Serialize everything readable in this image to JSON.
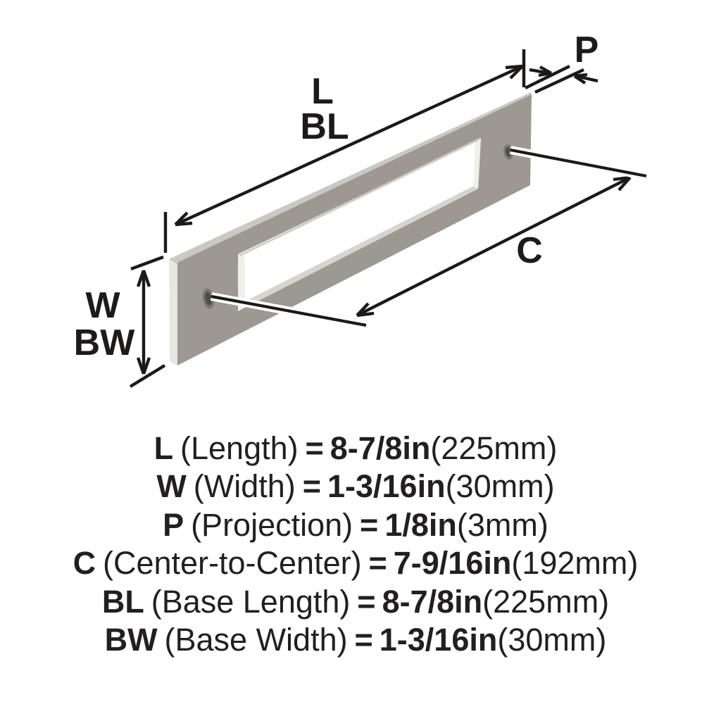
{
  "diagram": {
    "dim_labels": {
      "L": "L",
      "BL": "BL",
      "P": "P",
      "C": "C",
      "W": "W",
      "BW": "BW"
    }
  },
  "legend": {
    "equals": "=",
    "rows": [
      {
        "symbol": "L",
        "descriptor": "(Length)",
        "imperial": "8-7/8in",
        "metric": "(225mm)"
      },
      {
        "symbol": "W",
        "descriptor": "(Width)",
        "imperial": "1-3/16in",
        "metric": "(30mm)"
      },
      {
        "symbol": "P",
        "descriptor": "(Projection)",
        "imperial": "1/8in",
        "metric": "(3mm)"
      },
      {
        "symbol": "C",
        "descriptor": "(Center-to-Center)",
        "imperial": "7-9/16in",
        "metric": "(192mm)"
      },
      {
        "symbol": "BL",
        "descriptor": "(Base Length)",
        "imperial": "8-7/8in",
        "metric": "(225mm)"
      },
      {
        "symbol": "BW",
        "descriptor": "(Base Width)",
        "imperial": "1-3/16in",
        "metric": "(30mm)"
      }
    ]
  },
  "colors": {
    "background": "#ffffff",
    "line": "#1c1a19",
    "plate_face": "#9d9891",
    "plate_top": "#cbc8c3",
    "plate_side": "#e9e7e3",
    "cutout_inner_light": "#f1efeb",
    "cutout_inner_shade": "#d7d4ce",
    "hole_rim": "#7b776f",
    "hole_dark": "#514e48",
    "text": "#221f20"
  }
}
